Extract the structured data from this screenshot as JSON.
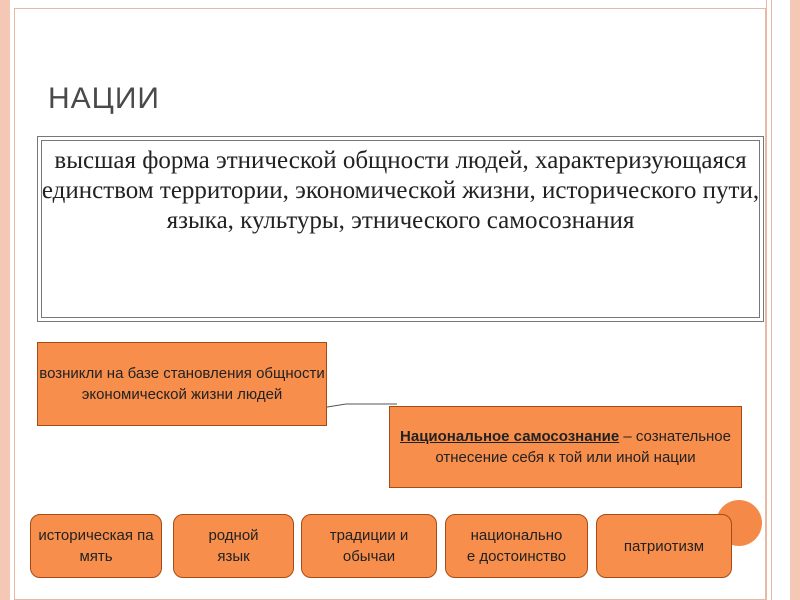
{
  "slide": {
    "title": "НАЦИИ",
    "definition": "высшая форма этнической общности людей, характеризующаяся единством территории, экономической жизни, исторического пути, языка, культуры, этнического самосознания"
  },
  "callout": {
    "text": "возникли на базе становления общности экономической жизни людей"
  },
  "national_self_awareness": {
    "heading": "Национальное самосознание",
    "text": " – сознательное отнесение себя к той или иной нации"
  },
  "components": [
    {
      "label": "историческая память"
    },
    {
      "label": "родной язык"
    },
    {
      "label": "традиции и обычаи"
    },
    {
      "label": "национальное достоинство"
    },
    {
      "label": "патриотизм"
    }
  ],
  "colors": {
    "box_fill": "#f78e4c",
    "box_border": "#a84a14",
    "title_text": "#4a4a4a",
    "edge_decoration": "#f4c8b4"
  }
}
